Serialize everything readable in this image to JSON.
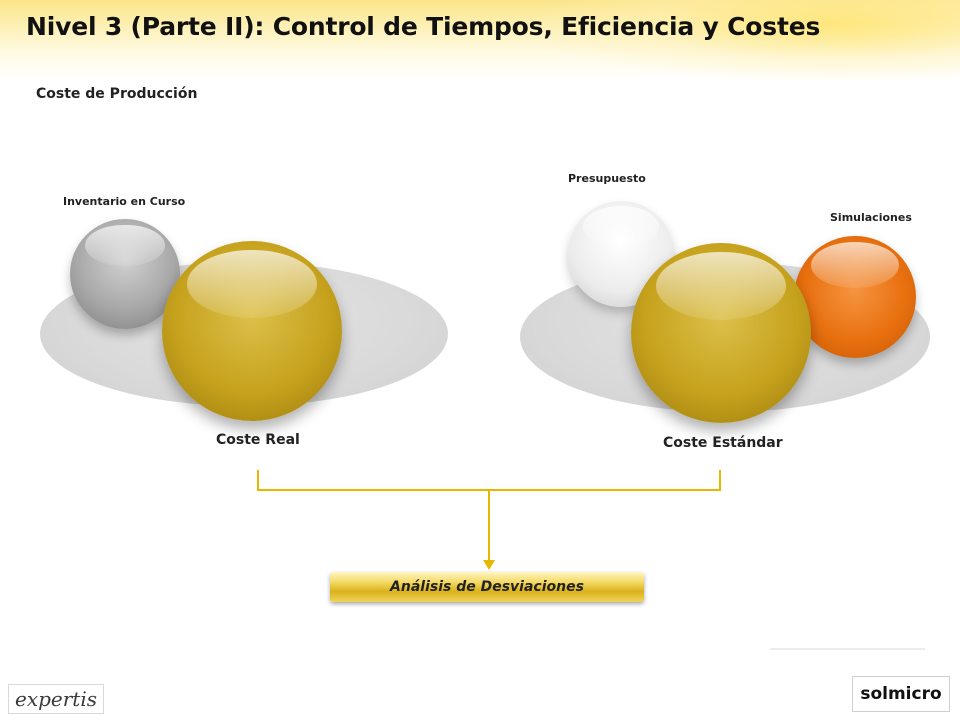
{
  "header": {
    "title": "Nivel 3 (Parte II): Control de Tiempos, Eficiencia y Costes",
    "subtitle": "Coste de Producción"
  },
  "diagram": {
    "left_group": {
      "small_label": "Inventario en Curso",
      "main_label": "Coste Real"
    },
    "right_group": {
      "top_label": "Presupuesto",
      "side_label": "Simulaciones",
      "main_label": "Coste Estándar"
    },
    "result_label": "Análisis de Desviaciones",
    "colors": {
      "gold": "#C6A21D",
      "gray": "#A8A8A8",
      "white": "#EDEDED",
      "orange": "#E8700F",
      "platform": "#D9D9D9",
      "connector": "#E6B800"
    }
  },
  "footer": {
    "logo_left": "expertis",
    "logo_right": "solmicro"
  }
}
